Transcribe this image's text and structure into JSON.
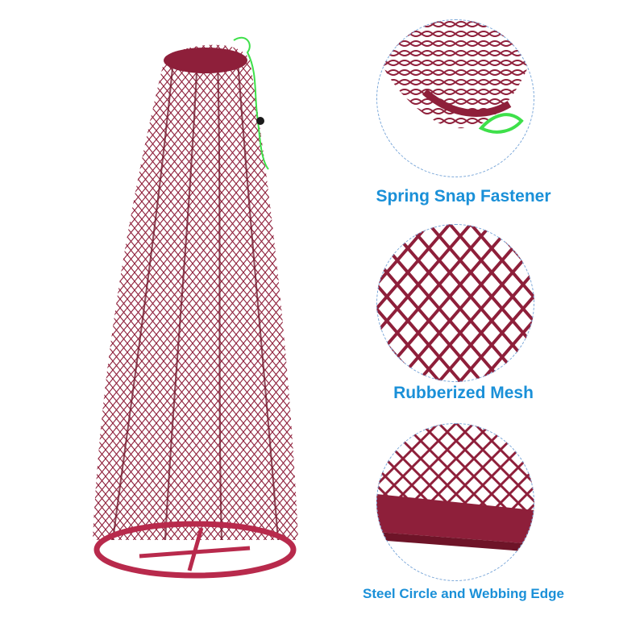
{
  "colors": {
    "mesh": "#8e1f3a",
    "mesh_dark": "#6e1428",
    "cord": "#3ee04a",
    "caption": "#1a90d8",
    "ring_border": "#7aa7d9"
  },
  "captions": {
    "spring_snap": "Spring Snap Fastener",
    "rubberized_mesh": "Rubberized Mesh",
    "steel_circle": "Steel Circle and Webbing Edge"
  }
}
